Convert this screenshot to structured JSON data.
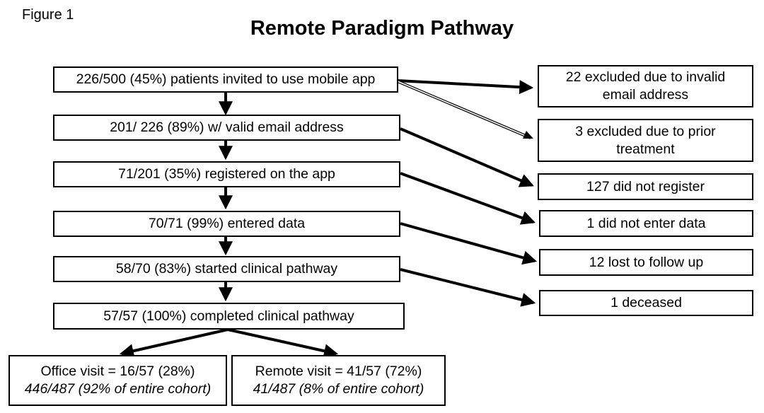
{
  "figure_label": "Figure 1",
  "title": "Remote Paradigm Pathway",
  "main_steps": [
    "226/500 (45%) patients invited to use mobile app",
    "201/ 226 (89%) w/ valid email address",
    "71/201 (35%) registered on the app",
    "70/71 (99%) entered data",
    "58/70 (83%) started clinical pathway",
    "57/57 (100%) completed clinical pathway"
  ],
  "exclusions": [
    [
      "22 excluded due to invalid",
      "email address"
    ],
    [
      "3 excluded due to prior",
      "treatment"
    ],
    [
      "127 did not register"
    ],
    [
      "1 did not enter data"
    ],
    [
      "12 lost to follow up"
    ],
    [
      "1 deceased"
    ]
  ],
  "outcomes": {
    "office": {
      "line1": "Office visit = 16/57 (28%)",
      "line2": "446/487 (92% of entire cohort)"
    },
    "remote": {
      "line1": "Remote visit = 41/57 (72%)",
      "line2": "41/487 (8% of entire cohort)"
    }
  }
}
